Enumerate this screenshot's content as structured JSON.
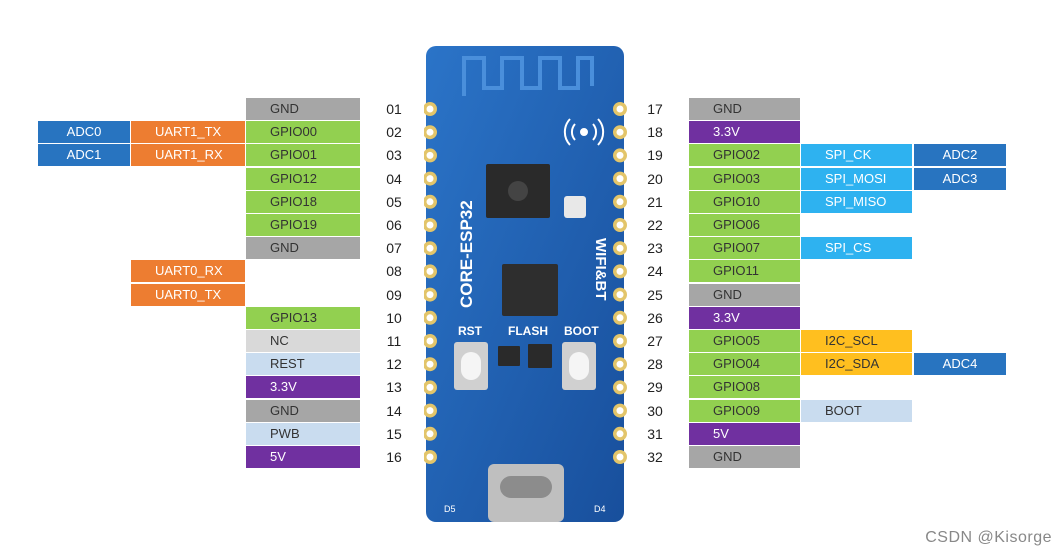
{
  "colors": {
    "gnd": "#a6a6a6",
    "gpio": "#92d050",
    "power": "#7030a0",
    "nc": "#d9d9d9",
    "ctrl": "#c9dcef",
    "uart": "#ed7d31",
    "adc": "#2874c0",
    "spi": "#2eb2f0",
    "i2c": "#ffbf1f",
    "board": "#1b5fb0"
  },
  "board": {
    "module_name": "CORE-ESP32",
    "wireless": "WIFI&BT",
    "rst_label": "RST",
    "flash_label": "FLASH",
    "boot_label": "BOOT",
    "d5_label": "D5",
    "d4_label": "D4"
  },
  "left_pins": [
    {
      "num": "01",
      "labels": [
        {
          "text": "GND",
          "kind": "gnd"
        }
      ]
    },
    {
      "num": "02",
      "labels": [
        {
          "text": "ADC0",
          "kind": "adc"
        },
        {
          "text": "UART1_TX",
          "kind": "uart"
        },
        {
          "text": "GPIO00",
          "kind": "gpio"
        }
      ]
    },
    {
      "num": "03",
      "labels": [
        {
          "text": "ADC1",
          "kind": "adc"
        },
        {
          "text": "UART1_RX",
          "kind": "uart"
        },
        {
          "text": "GPIO01",
          "kind": "gpio"
        }
      ]
    },
    {
      "num": "04",
      "labels": [
        {
          "text": "GPIO12",
          "kind": "gpio"
        }
      ]
    },
    {
      "num": "05",
      "labels": [
        {
          "text": "GPIO18",
          "kind": "gpio"
        }
      ]
    },
    {
      "num": "06",
      "labels": [
        {
          "text": "GPIO19",
          "kind": "gpio"
        }
      ]
    },
    {
      "num": "07",
      "labels": [
        {
          "text": "GND",
          "kind": "gnd"
        }
      ]
    },
    {
      "num": "08",
      "labels": [
        {
          "text": "UART0_RX",
          "kind": "uart"
        }
      ]
    },
    {
      "num": "09",
      "labels": [
        {
          "text": "UART0_TX",
          "kind": "uart"
        }
      ]
    },
    {
      "num": "10",
      "labels": [
        {
          "text": "GPIO13",
          "kind": "gpio"
        }
      ]
    },
    {
      "num": "11",
      "labels": [
        {
          "text": "NC",
          "kind": "nc"
        }
      ]
    },
    {
      "num": "12",
      "labels": [
        {
          "text": "REST",
          "kind": "ctrl"
        }
      ]
    },
    {
      "num": "13",
      "labels": [
        {
          "text": "3.3V",
          "kind": "power"
        }
      ]
    },
    {
      "num": "14",
      "labels": [
        {
          "text": "GND",
          "kind": "gnd"
        }
      ]
    },
    {
      "num": "15",
      "labels": [
        {
          "text": "PWB",
          "kind": "ctrl"
        }
      ]
    },
    {
      "num": "16",
      "labels": [
        {
          "text": "5V",
          "kind": "power"
        }
      ]
    }
  ],
  "right_pins": [
    {
      "num": "17",
      "labels": [
        {
          "text": "GND",
          "kind": "gnd"
        }
      ]
    },
    {
      "num": "18",
      "labels": [
        {
          "text": "3.3V",
          "kind": "power"
        }
      ]
    },
    {
      "num": "19",
      "labels": [
        {
          "text": "GPIO02",
          "kind": "gpio"
        },
        {
          "text": "SPI_CK",
          "kind": "spi"
        },
        {
          "text": "ADC2",
          "kind": "adc"
        }
      ]
    },
    {
      "num": "20",
      "labels": [
        {
          "text": "GPIO03",
          "kind": "gpio"
        },
        {
          "text": "SPI_MOSI",
          "kind": "spi"
        },
        {
          "text": "ADC3",
          "kind": "adc"
        }
      ]
    },
    {
      "num": "21",
      "labels": [
        {
          "text": "GPIO10",
          "kind": "gpio"
        },
        {
          "text": "SPI_MISO",
          "kind": "spi"
        }
      ]
    },
    {
      "num": "22",
      "labels": [
        {
          "text": "GPIO06",
          "kind": "gpio"
        }
      ]
    },
    {
      "num": "23",
      "labels": [
        {
          "text": "GPIO07",
          "kind": "gpio"
        },
        {
          "text": "SPI_CS",
          "kind": "spi"
        }
      ]
    },
    {
      "num": "24",
      "labels": [
        {
          "text": "GPIO11",
          "kind": "gpio"
        }
      ]
    },
    {
      "num": "25",
      "labels": [
        {
          "text": "GND",
          "kind": "gnd"
        }
      ]
    },
    {
      "num": "26",
      "labels": [
        {
          "text": "3.3V",
          "kind": "power"
        }
      ]
    },
    {
      "num": "27",
      "labels": [
        {
          "text": "GPIO05",
          "kind": "gpio"
        },
        {
          "text": "I2C_SCL",
          "kind": "i2c"
        }
      ]
    },
    {
      "num": "28",
      "labels": [
        {
          "text": "GPIO04",
          "kind": "gpio"
        },
        {
          "text": "I2C_SDA",
          "kind": "i2c"
        },
        {
          "text": "ADC4",
          "kind": "adc"
        }
      ]
    },
    {
      "num": "29",
      "labels": [
        {
          "text": "GPIO08",
          "kind": "gpio"
        }
      ]
    },
    {
      "num": "30",
      "labels": [
        {
          "text": "GPIO09",
          "kind": "gpio"
        },
        {
          "text": "BOOT",
          "kind": "ctrl"
        }
      ]
    },
    {
      "num": "31",
      "labels": [
        {
          "text": "5V",
          "kind": "power"
        }
      ]
    },
    {
      "num": "32",
      "labels": [
        {
          "text": "GND",
          "kind": "gnd"
        }
      ]
    }
  ],
  "watermark": "CSDN @Kisorge"
}
